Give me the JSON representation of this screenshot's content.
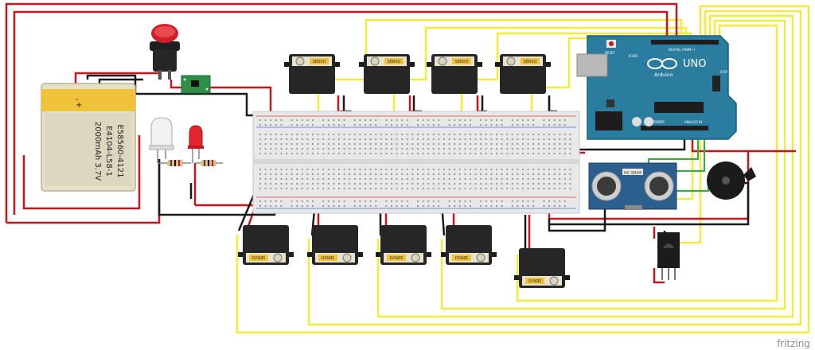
{
  "battery": {
    "line1": "E58560-4121",
    "line2": "E4104-L58-1",
    "line3": "2000mAh 3.7V",
    "plus": "+",
    "minus": "-"
  },
  "servo_label": "SERVO",
  "sensor_label": "HC-SR04",
  "arduino": {
    "model": "UNO",
    "brand": "Arduino",
    "reset": "RESET",
    "icsp": "ICSP",
    "icsp2": "ICSP2",
    "digital": "DIGITAL (PWM~)",
    "power": "POWER",
    "analog": "ANALOG IN"
  },
  "watermark": "fritzing",
  "colors": {
    "red": "#c8151d",
    "black": "#1a1a1a",
    "yellow": "#f2eb3a",
    "green": "#3ca84a",
    "arduino": "#2a7d9e"
  }
}
